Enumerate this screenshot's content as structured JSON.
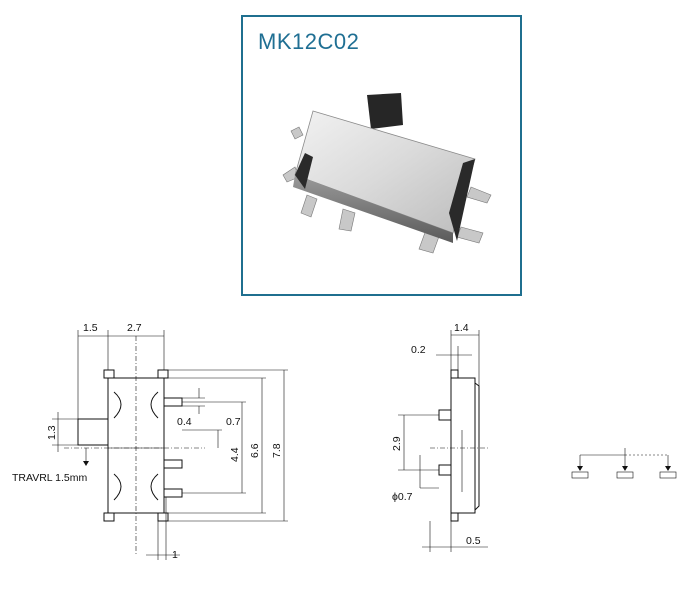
{
  "product": {
    "model": "MK12C02",
    "frame_color": "#1f6f8f",
    "title_color": "#1f6f93"
  },
  "front_view": {
    "dim_width_left": "1.5",
    "dim_width_body": "2.7",
    "dim_knob_height": "1.3",
    "dim_pin_gap": "0.4",
    "dim_pitch": "0.7",
    "dim_pin_span": "4.4",
    "dim_body_length": "6.6",
    "dim_overall_length": "7.8",
    "dim_pin_width": "1",
    "travel_label": "TRAVRL 1.5mm"
  },
  "side_view": {
    "dim_depth": "1.4",
    "dim_offset": "0.2",
    "dim_post_pitch": "2.9",
    "dim_post_diameter": "ϕ0.7",
    "dim_foot": "0.5"
  },
  "schematic": {
    "type": "spdt-switch-circuit",
    "terminal_count": 3
  }
}
